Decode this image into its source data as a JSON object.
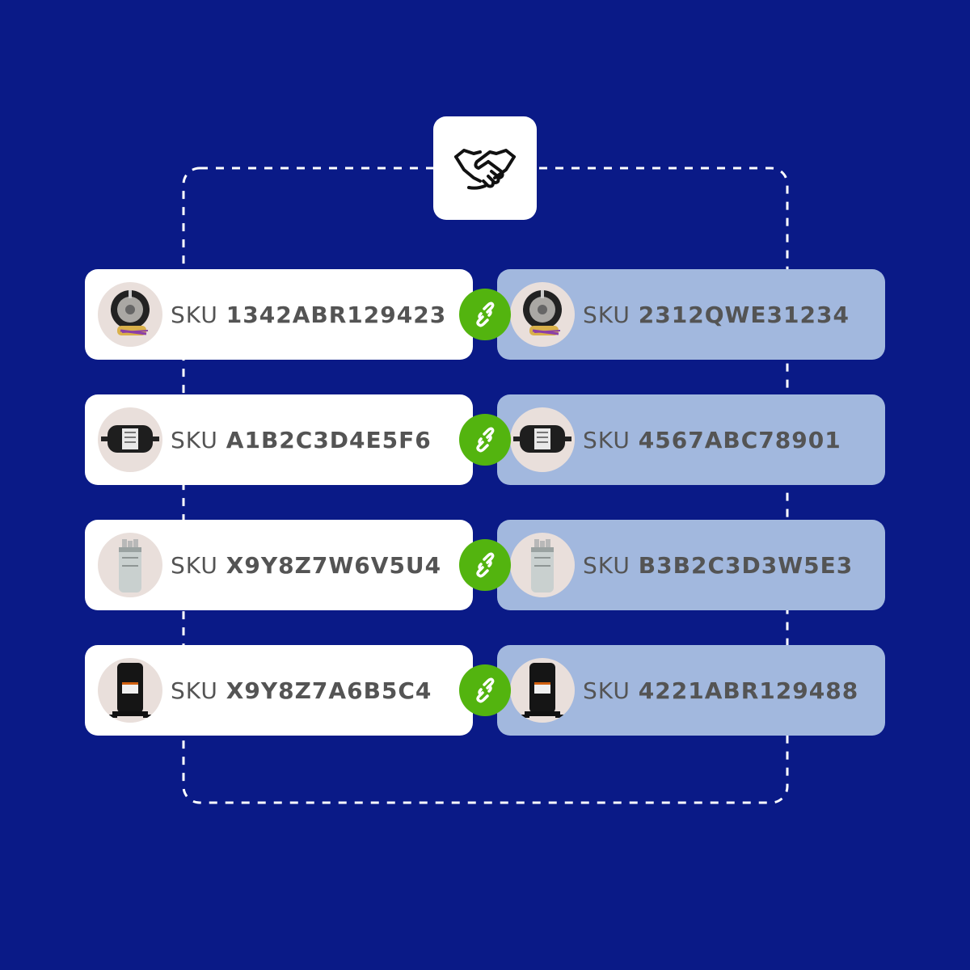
{
  "colors": {
    "background": "#0a1a87",
    "left_card": "#ffffff",
    "right_card": "#a2b8de",
    "link_badge": "#53b40f",
    "sku_text": "#545454",
    "thumb_bg": "#e9dfdb"
  },
  "icons": {
    "center": "handshake-icon",
    "connector": "chain-link-icon"
  },
  "pairs": [
    {
      "left": {
        "prefix": "SKU",
        "code": "1342ABR129423",
        "product": "fan-motor"
      },
      "right": {
        "prefix": "SKU",
        "code": "2312QWE31234",
        "product": "fan-motor"
      }
    },
    {
      "left": {
        "prefix": "SKU",
        "code": "A1B2C3D4E5F6",
        "product": "filter-drier"
      },
      "right": {
        "prefix": "SKU",
        "code": "4567ABC78901",
        "product": "filter-drier"
      }
    },
    {
      "left": {
        "prefix": "SKU",
        "code": "X9Y8Z7W6V5U4",
        "product": "capacitor"
      },
      "right": {
        "prefix": "SKU",
        "code": "B3B2C3D3W5E3",
        "product": "capacitor"
      }
    },
    {
      "left": {
        "prefix": "SKU",
        "code": "X9Y8Z7A6B5C4",
        "product": "compressor"
      },
      "right": {
        "prefix": "SKU",
        "code": "4221ABR129488",
        "product": "compressor"
      }
    }
  ]
}
